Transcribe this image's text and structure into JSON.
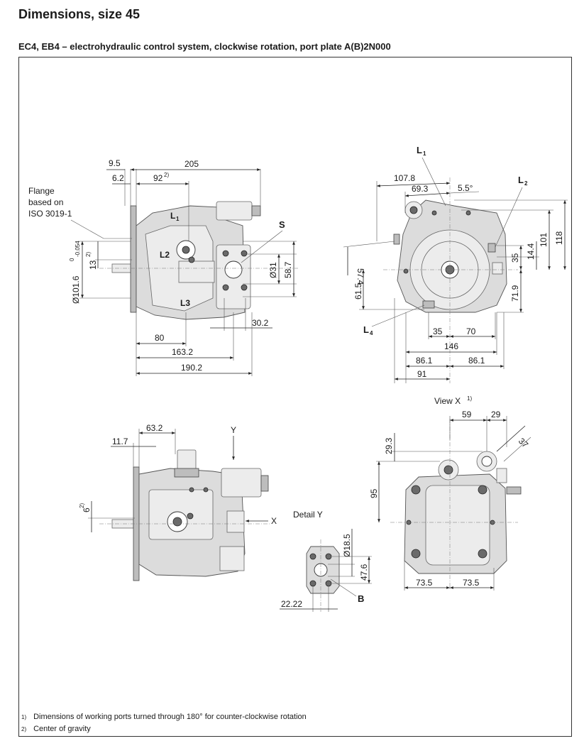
{
  "header": {
    "title": "Dimensions, size 45",
    "subtitle": "EC4, EB4 – electrohydraulic control system, clockwise rotation, port plate A(B)2N000"
  },
  "side_view": {
    "flange_label_1": "Flange",
    "flange_label_2": "based on",
    "flange_label_3": "ISO 3019-1",
    "dims": {
      "d9_5": "9.5",
      "d205": "205",
      "d6_2": "6.2",
      "d92": "92",
      "d92_sup": "2)",
      "d13": "13",
      "d13_sup": "2)",
      "d101_6": "Ø101.6",
      "tol_upper": "0",
      "tol_lower": "-0.054",
      "d31": "Ø31",
      "d58_7": "58.7",
      "d30_2": "30.2",
      "d80": "80",
      "d163_2": "163.2",
      "d190_2": "190.2"
    },
    "ports": {
      "l1": "L",
      "l1_sub": "1",
      "l2": "L2",
      "l3": "L3",
      "s": "S"
    }
  },
  "front_view": {
    "dims": {
      "d107_8": "107.8",
      "d69_3": "69.3",
      "d5_5": "5.5°",
      "d57_4": "57.4",
      "d61_5": "61.5",
      "d101": "101",
      "d118": "118",
      "d14_4": "14.4",
      "d35": "35",
      "d71_9": "71.9",
      "d35b": "35",
      "d70": "70",
      "d146": "146",
      "d86_1a": "86.1",
      "d86_1b": "86.1",
      "d91": "91"
    },
    "ports": {
      "l1": "L",
      "l1_sub": "1",
      "l2": "L",
      "l2_sub": "2",
      "l4": "L",
      "l4_sub": "4"
    }
  },
  "top_view": {
    "dims": {
      "d63_2": "63.2",
      "d11_7": "11.7",
      "d6": "6",
      "d6_sup": "2)"
    },
    "labels": {
      "y": "Y",
      "x": "X"
    }
  },
  "detail_y": {
    "title": "Detail Y",
    "dims": {
      "d18_5": "Ø18.5",
      "d47_6": "47.6",
      "d22_22": "22.22"
    },
    "port_b": "B"
  },
  "view_x": {
    "title": "View X",
    "title_sup": "1)",
    "dims": {
      "d59": "59",
      "d29": "29",
      "d37": "37",
      "d29_3": "29.3",
      "d95": "95",
      "d73_5a": "73.5",
      "d73_5b": "73.5"
    }
  },
  "footnotes": [
    {
      "num": "1)",
      "text": "Dimensions of working ports turned through 180° for counter-clockwise rotation"
    },
    {
      "num": "2)",
      "text": "Center of gravity"
    }
  ]
}
